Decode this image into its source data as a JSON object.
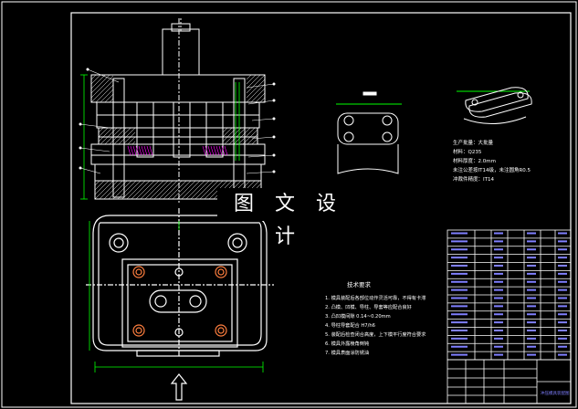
{
  "watermark": "图 文 设 计",
  "tech_requirements": {
    "title": "技术要求",
    "items": [
      "1. 模具装配后各部位动作灵活可靠，不得有卡滞",
      "2. 凸模、凹模、导柱、导套等应配合良好",
      "3. 凸凹模间隙 0.14~0.20mm",
      "4. 导柱导套配合 H7/h6",
      "5. 装配后检查闭合高度，上下模平行度符合要求",
      "6. 模具外露棱角倒钝",
      "7. 模具表面涂防锈油"
    ]
  },
  "part_notes": [
    "生产批量：大批量",
    "材料：Q235",
    "材料厚度：2.0mm",
    "未注公差按IT14级，未注圆角R0.5",
    "冲裁件精度：IT14"
  ],
  "title_block_label": "冲压模具装配图",
  "colors": {
    "line": "#ffffff",
    "dimension": "#00ff00",
    "hatch": "#ff00ff",
    "bushing": "#ff7f3f",
    "table_text": "#7f7fff",
    "background": "#000000"
  }
}
